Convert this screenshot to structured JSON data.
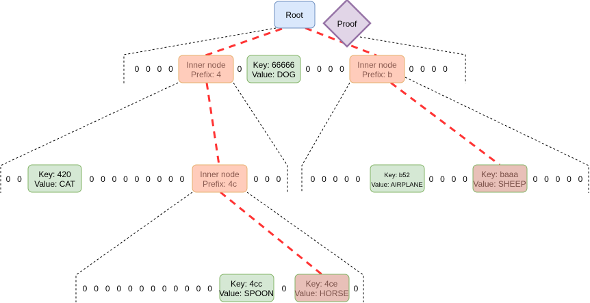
{
  "diagram": {
    "title": "Merkle trie proof path",
    "colors": {
      "root_fill": "#dae8fc",
      "root_stroke": "#6c8ebf",
      "proof_fill": "#e1d5e7",
      "proof_stroke": "#9673a6",
      "inner_fill": "#ffccbb",
      "inner_stroke": "#e6b06e",
      "inner_text": "#8a5a50",
      "leaf_fill": "#d5e8d4",
      "leaf_stroke": "#82b366",
      "leaf_text": "#000000",
      "proof_leaf_fill": "#e8c0b8",
      "proof_leaf_text": "#7a5048",
      "proof_path": "#ff3333"
    },
    "root": {
      "label": "Root"
    },
    "proof": {
      "label": "Proof"
    },
    "level1": {
      "left_zeros": [
        "0",
        "0",
        "0",
        "0"
      ],
      "inner_4": {
        "line1": "Inner node",
        "line2": "Prefix: 4"
      },
      "mid_zero": "0",
      "leaf_dog": {
        "line1": "Key: 66666",
        "line2": "Value: DOG"
      },
      "mid_zeros": [
        "0",
        "0",
        "0",
        "0"
      ],
      "inner_b": {
        "line1": "Inner node",
        "line2": "Prefix: b"
      },
      "right_zeros": [
        "0",
        "0",
        "0",
        "0"
      ]
    },
    "level2_left": {
      "left_zeros": [
        "0",
        "0"
      ],
      "leaf_cat": {
        "line1": "Key: 420",
        "line2": "Value: CAT"
      },
      "mid_zeros": [
        "0",
        "0",
        "0",
        "0",
        "0",
        "0",
        "0",
        "0",
        "0"
      ],
      "inner_4c": {
        "line1": "Inner node",
        "line2": "Prefix: 4c"
      },
      "right_zeros": [
        "0",
        "0",
        "0"
      ]
    },
    "level2_right": {
      "left_zeros": [
        "0",
        "0",
        "0",
        "0",
        "0"
      ],
      "leaf_airplane": {
        "line1": "Key: b52",
        "line2": "Value: AIRPLANE"
      },
      "mid_zeros": [
        "0",
        "0",
        "0",
        "0"
      ],
      "leaf_sheep": {
        "line1": "Key: baaa",
        "line2": "Value: SHEEP"
      },
      "right_zeros": [
        "0",
        "0",
        "0",
        "0",
        "0"
      ]
    },
    "level3": {
      "left_zeros": [
        "0",
        "0",
        "0",
        "0",
        "0",
        "0",
        "0",
        "0",
        "0",
        "0",
        "0",
        "0"
      ],
      "leaf_spoon": {
        "line1": "Key: 4cc",
        "line2": "Value: SPOON"
      },
      "mid_zero": "0",
      "leaf_horse": {
        "line1": "Key: 4ce",
        "line2": "Value: HORSE"
      },
      "right_zero": "0"
    }
  }
}
